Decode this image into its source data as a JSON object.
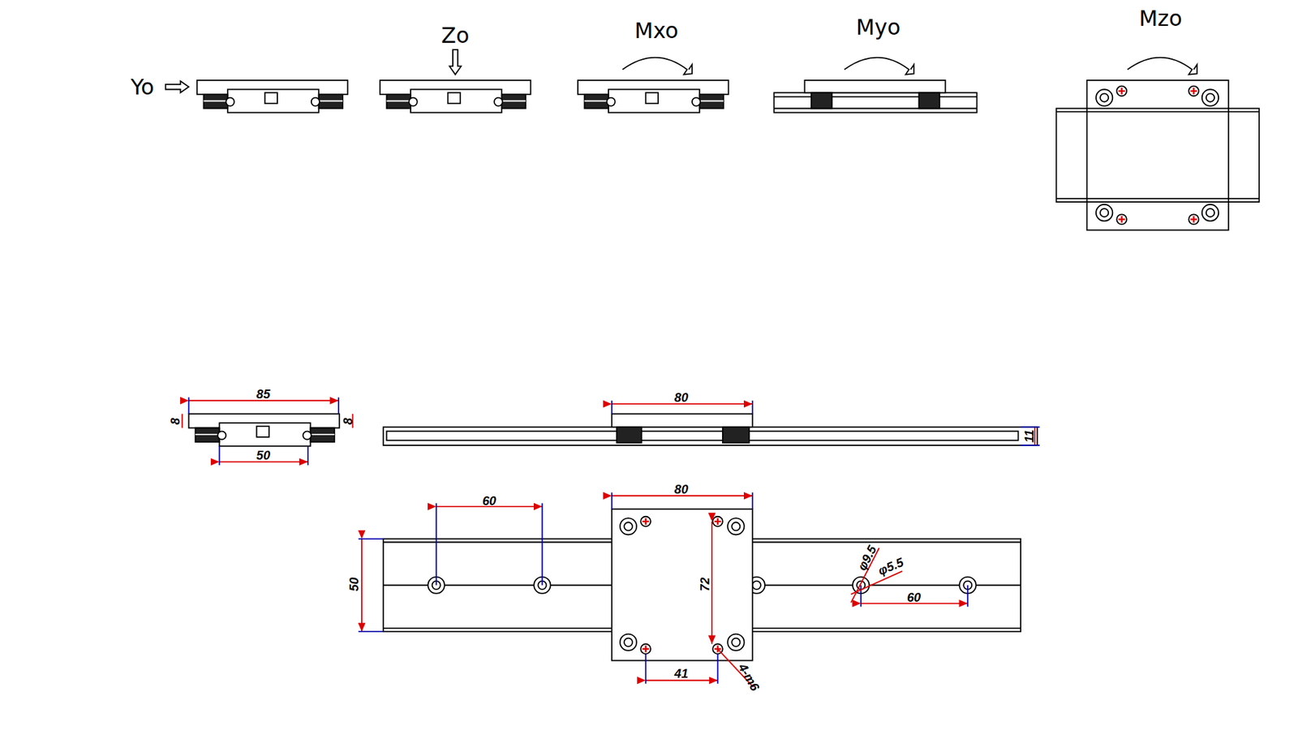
{
  "diagram": {
    "labels": [
      "Yo",
      "Zo",
      "Mxo",
      "Myo",
      "Mzo",
      "85",
      "8",
      "8",
      "50",
      "80",
      "11",
      "60",
      "80",
      "50",
      "72",
      "φ9.5",
      "φ5.5",
      "60",
      "41",
      "4-m6"
    ]
  }
}
